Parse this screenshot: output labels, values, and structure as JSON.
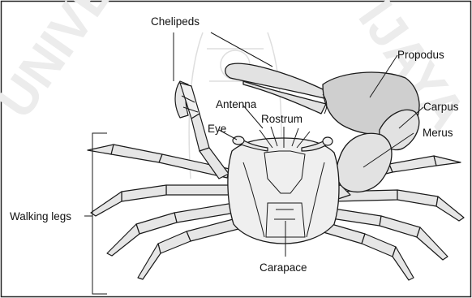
{
  "labels": {
    "chelipeds": "Chelipeds",
    "propodus": "Propodus",
    "carpus": "Carpus",
    "merus": "Merus",
    "antenna": "Antenna",
    "rostrum": "Rostrum",
    "eye": "Eye",
    "walking_legs": "Walking legs",
    "carapace": "Carapace"
  },
  "watermark": {
    "left": "UNIVE",
    "right": "IJAYA"
  }
}
